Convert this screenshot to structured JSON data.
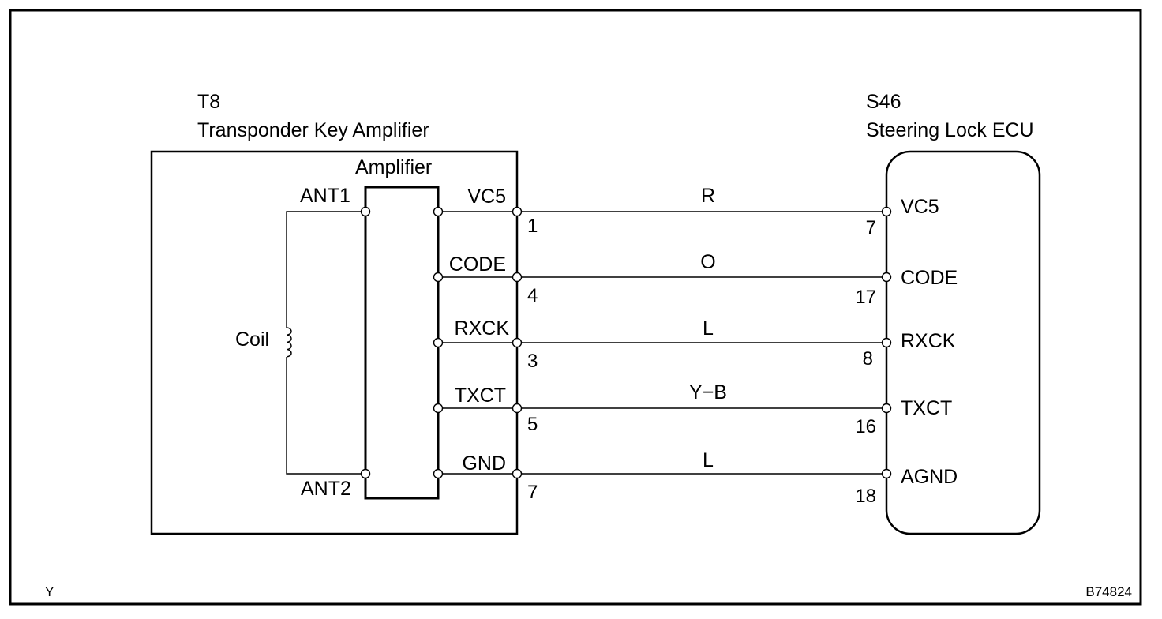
{
  "left_component": {
    "id": "T8",
    "name": "Transponder Key Amplifier",
    "amplifier_label": "Amplifier",
    "coil_label": "Coil",
    "antenna_terminals": [
      "ANT1",
      "ANT2"
    ],
    "terminals": [
      "VC5",
      "CODE",
      "RXCK",
      "TXCT",
      "GND"
    ]
  },
  "right_component": {
    "id": "S46",
    "name": "Steering Lock ECU",
    "terminals": [
      "VC5",
      "CODE",
      "RXCK",
      "TXCT",
      "AGND"
    ]
  },
  "wires": [
    {
      "left_pin": "1",
      "color": "R",
      "right_pin": "7"
    },
    {
      "left_pin": "4",
      "color": "O",
      "right_pin": "17"
    },
    {
      "left_pin": "3",
      "color": "L",
      "right_pin": "8"
    },
    {
      "left_pin": "5",
      "color": "Y−B",
      "right_pin": "16"
    },
    {
      "left_pin": "7",
      "color": "L",
      "right_pin": "18"
    }
  ],
  "footer": {
    "corner_code": "Y",
    "figure_id": "B74824"
  }
}
